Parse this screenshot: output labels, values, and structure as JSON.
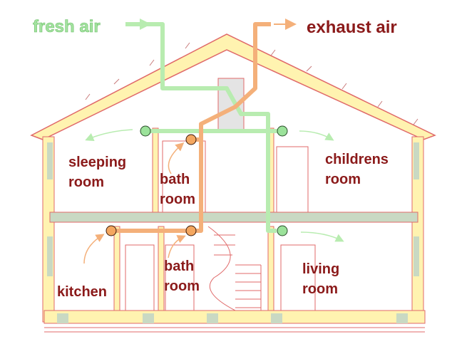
{
  "labels": {
    "fresh_air": "fresh air",
    "exhaust_air": "exhaust air",
    "sleeping_1": "sleeping",
    "sleeping_2": "room",
    "bath_upper_1": "bath",
    "bath_upper_2": "room",
    "childrens_1": "childrens",
    "childrens_2": "room",
    "kitchen": "kitchen",
    "bath_lower_1": "bath",
    "bath_lower_2": "room",
    "living_1": "living",
    "living_2": "room"
  },
  "colors": {
    "fresh_air": "#b8ecb0",
    "fresh_air_text": "#8fd98a",
    "exhaust_air": "#f4b07a",
    "exhaust_text": "#8b1a1a",
    "room_text": "#8b1a1a",
    "wall_fill": "#fff3b0",
    "wall_line": "#e06a6a",
    "insulation": "#c9d9c3",
    "duct_green": "#88c788"
  },
  "icons": [
    "fresh-air-arrow-icon",
    "exhaust-air-arrow-icon",
    "fan-vent-icon",
    "air-flow-arrow-icon"
  ]
}
